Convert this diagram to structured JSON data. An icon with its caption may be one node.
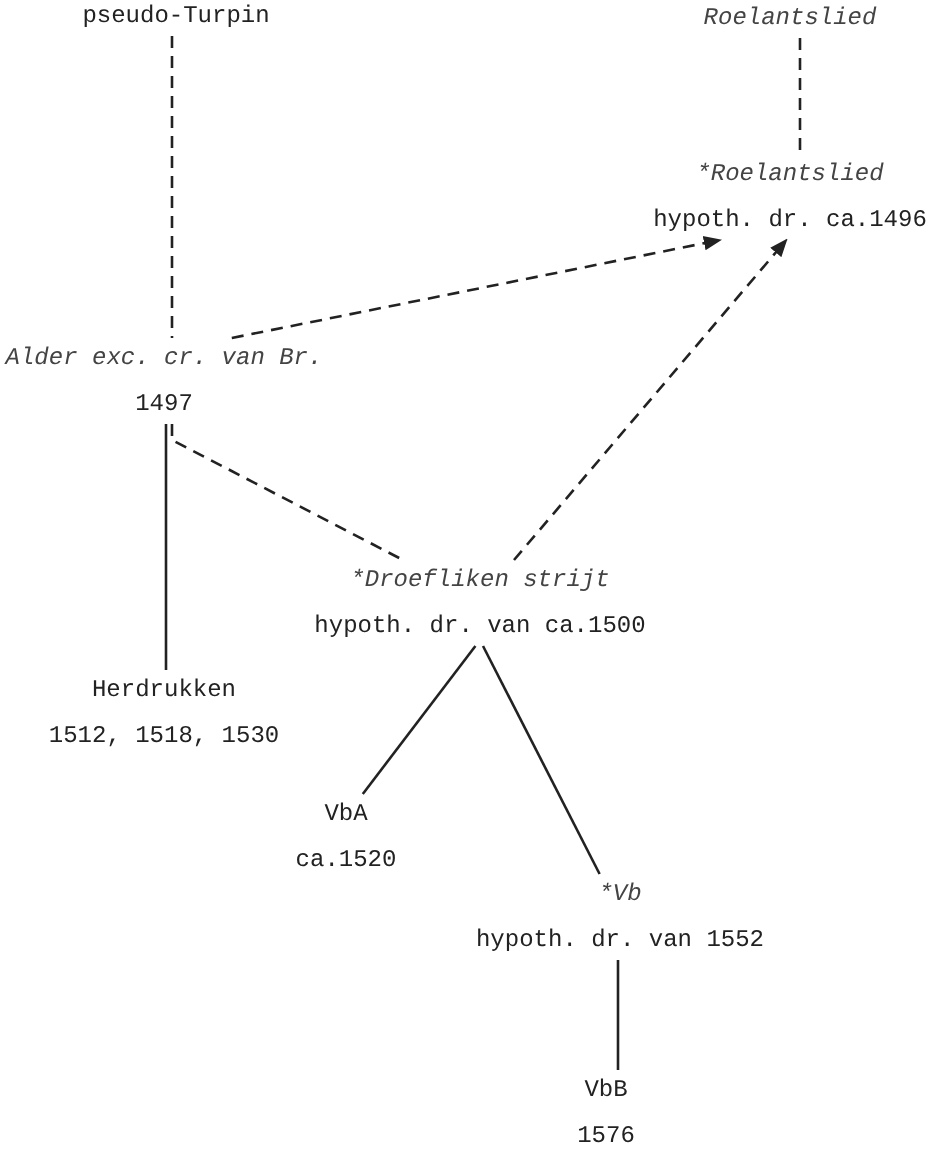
{
  "diagram": {
    "nodes": [
      {
        "text": [
          "pseudo-Turpin"
        ]
      },
      {
        "text": [
          "Roelantslied"
        ]
      },
      {
        "text": [
          "*Roelantslied",
          "hypoth. dr. ca.1496"
        ]
      },
      {
        "text": [
          "Alder exc. cr. van Br.",
          "1497"
        ]
      },
      {
        "text": [
          "*Droefliken strijt",
          "hypoth. dr. van ca.1500"
        ]
      },
      {
        "text": [
          "Herdrukken",
          "1512, 1518, 1530"
        ]
      },
      {
        "text": [
          "VbA",
          "ca.1520"
        ]
      },
      {
        "text": [
          "*Vb",
          "hypoth. dr. van 1552"
        ]
      },
      {
        "text": [
          "VbB",
          "1576"
        ]
      }
    ],
    "edges": [
      {
        "from": 0,
        "to": 3,
        "arrow": "none",
        "style": "dashed"
      },
      {
        "from": 1,
        "to": 2,
        "arrow": "none",
        "style": "dashed"
      },
      {
        "from": 3,
        "to": 2,
        "arrow": "to",
        "style": "dashed"
      },
      {
        "from": 3,
        "to": 4,
        "arrow": "none",
        "style": "dashed"
      },
      {
        "from": 4,
        "to": 2,
        "arrow": "to",
        "style": "dashed"
      },
      {
        "from": 3,
        "to": 5,
        "arrow": "none"
      },
      {
        "from": 4,
        "to": 6,
        "arrow": "none"
      },
      {
        "from": 4,
        "to": 7,
        "arrow": "none"
      },
      {
        "from": 7,
        "to": 8,
        "arrow": "none"
      }
    ]
  }
}
